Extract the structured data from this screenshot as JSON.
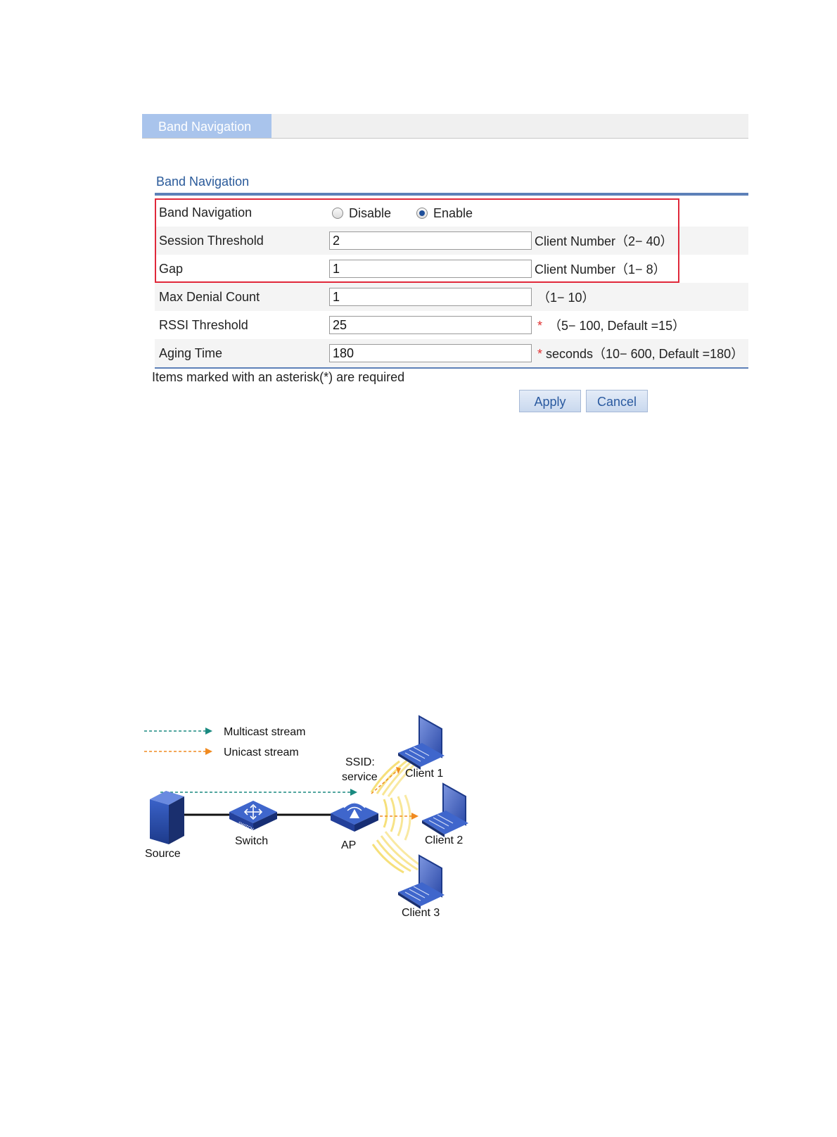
{
  "tab": {
    "label": "Band Navigation"
  },
  "section": {
    "title": "Band Navigation"
  },
  "band_navigation": {
    "label": "Band Navigation",
    "options": [
      "Disable",
      "Enable"
    ],
    "selected": "Enable"
  },
  "fields": [
    {
      "label": "Session Threshold",
      "value": "2",
      "hint": "Client Number（2− 40）",
      "required": false
    },
    {
      "label": "Gap",
      "value": "1",
      "hint": "Client Number（1− 8）",
      "required": false
    },
    {
      "label": "Max Denial Count",
      "value": "1",
      "hint": "（1− 10）",
      "required": false
    },
    {
      "label": "RSSI Threshold",
      "value": "25",
      "hint": "（5− 100, Default =15）",
      "required": true
    },
    {
      "label": "Aging Time",
      "value": "180",
      "hint": "seconds（10− 600, Default =180）",
      "required": true
    }
  ],
  "required_marker": "*",
  "note": "Items marked with an asterisk(*) are required",
  "buttons": {
    "apply": "Apply",
    "cancel": "Cancel"
  },
  "diagram": {
    "legend": {
      "multicast": "Multicast stream",
      "unicast": "Unicast stream"
    },
    "legend_colors": {
      "multicast": "#1a8a80",
      "unicast": "#f08a20"
    },
    "ssid_line1": "SSID:",
    "ssid_line2": "service",
    "source": "Source",
    "switch": "Switch",
    "ap": "AP",
    "client1": "Client 1",
    "client2": "Client 2",
    "client3": "Client 3",
    "switch_badge": "SWITCH"
  }
}
